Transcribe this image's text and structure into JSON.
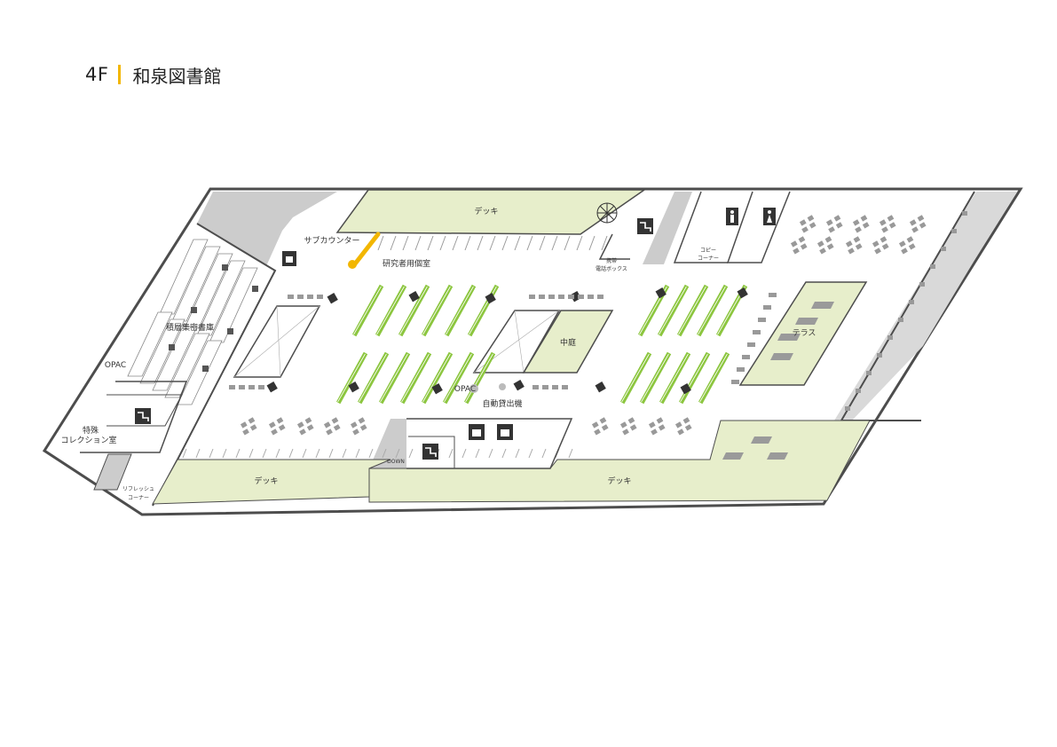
{
  "header": {
    "floor": "4F",
    "library_name": "和泉図書館"
  },
  "colors": {
    "accent": "#f2b600",
    "deck": "#e7eecb",
    "shelf": "#8cc63f",
    "wall": "#4d4d4d",
    "gray_area": "#cccccc",
    "icon_dark": "#333333"
  },
  "labels": {
    "deck_top": "デッキ",
    "deck_bottom_left": "デッキ",
    "deck_bottom_right": "デッキ",
    "sub_counter": "サブカウンター",
    "research_rooms": "研究者用個室",
    "phone_box_1": "携帯",
    "phone_box_2": "電話ボックス",
    "copy_corner_1": "コピー",
    "copy_corner_2": "コーナー",
    "stacks": "積層集密書庫",
    "opac_left": "OPAC",
    "special_1": "特殊",
    "special_2": "コレクション室",
    "refresh_1": "リフレッシュ",
    "refresh_2": "コーナー",
    "courtyard": "中庭",
    "opac_center": "OPAC",
    "self_checkout": "自動貸出機",
    "terrace": "テラス",
    "down": "DOWN"
  },
  "icons": {
    "elevator": "elevator-icon",
    "stairs": "stairs-icon",
    "toilet_men": "toilet-men-icon",
    "toilet_women": "toilet-women-icon",
    "spiral_stair": "spiral-stair-icon"
  }
}
